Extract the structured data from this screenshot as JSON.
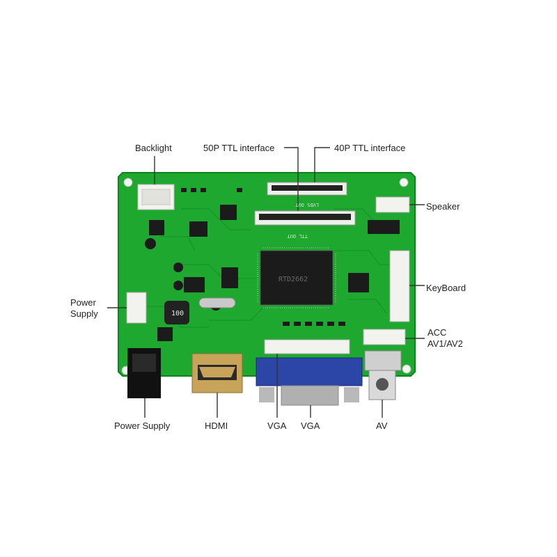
{
  "labels": {
    "backlight": "Backlight",
    "ttl50": "50P TTL interface",
    "ttl40": "40P TTL interface",
    "speaker": "Speaker",
    "keyboard": "KeyBoard",
    "power_supply_left_1": "Power",
    "power_supply_left_2": "Supply",
    "acc_1": "ACC",
    "acc_2": "AV1/AV2",
    "power_supply_bottom": "Power Supply",
    "hdmi": "HDMI",
    "vga_1": "VGA",
    "vga_2": "VGA",
    "av": "AV"
  },
  "board_marks": {
    "ttl_out_upper": "LVDS OUT",
    "ttl_out_lower": "TTL OUT",
    "inductor": "100",
    "main_chip": "RTD2662"
  },
  "colors": {
    "pcb": "#1fa82f",
    "pcb_dark": "#158a24",
    "chip": "#1b1b1b",
    "connector_white": "#f2f2ee",
    "vga_blue": "#2c46a8",
    "hdmi_gold": "#c8a45a",
    "leader_line": "#333333"
  }
}
